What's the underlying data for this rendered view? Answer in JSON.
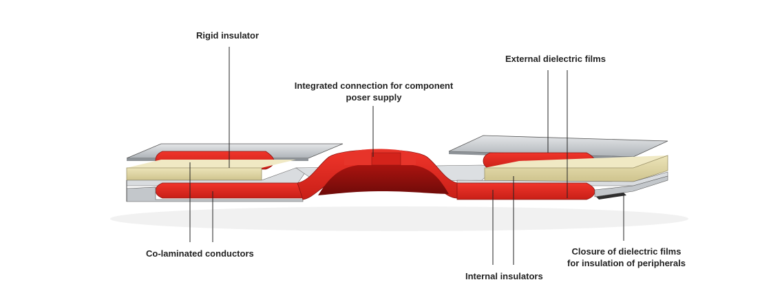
{
  "labels": {
    "rigid_insulator": "Rigid insulator",
    "integrated_connection_line1": "Integrated connection for component",
    "integrated_connection_line2": "poser supply",
    "external_dielectric": "External dielectric films",
    "co_laminated": "Co-laminated conductors",
    "internal_insulators": "Internal insulators",
    "closure_line1": "Closure of dielectric films",
    "closure_line2": "for insulation of peripherals"
  },
  "colors": {
    "conductor_red": "#e42a21",
    "dark_red": "#9e1512",
    "insulator_cream": "#ddd3a1",
    "film_gray": "#c9cdd1",
    "film_light": "#eef0f2",
    "edge_dark": "#3a3a3a",
    "leader_line": "#222222"
  }
}
